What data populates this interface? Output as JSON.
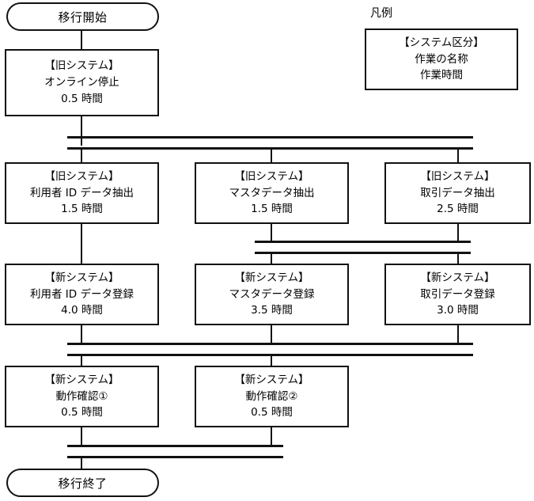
{
  "diagram": {
    "start_node": {
      "label": "移行開始"
    },
    "end_node": {
      "label": "移行終了"
    },
    "legend": {
      "title": "凡例",
      "system_line": "【システム区分】",
      "name_line": "作業の名称",
      "time_line": "作業時間"
    },
    "rows": [
      {
        "row_id": "row-1",
        "tasks": [
          {
            "system": "【旧システム】",
            "name": "オンライン停止",
            "duration": "0.5 時間"
          }
        ]
      },
      {
        "row_id": "row-2",
        "tasks": [
          {
            "system": "【旧システム】",
            "name": "利用者 ID データ抽出",
            "duration": "1.5 時間"
          },
          {
            "system": "【旧システム】",
            "name": "マスタデータ抽出",
            "duration": "1.5 時間"
          },
          {
            "system": "【旧システム】",
            "name": "取引データ抽出",
            "duration": "2.5 時間"
          }
        ]
      },
      {
        "row_id": "row-3",
        "tasks": [
          {
            "system": "【新システム】",
            "name": "利用者 ID データ登録",
            "duration": "4.0 時間"
          },
          {
            "system": "【新システム】",
            "name": "マスタデータ登録",
            "duration": "3.5 時間"
          },
          {
            "system": "【新システム】",
            "name": "取引データ登録",
            "duration": "3.0 時間"
          }
        ]
      },
      {
        "row_id": "row-4",
        "tasks": [
          {
            "system": "【新システム】",
            "name": "動作確認①",
            "duration": "0.5 時間"
          },
          {
            "system": "【新システム】",
            "name": "動作確認②",
            "duration": "0.5 時間"
          }
        ]
      }
    ],
    "colors": {
      "line": "#111111",
      "background": "#ffffff",
      "text": "#000000"
    }
  }
}
